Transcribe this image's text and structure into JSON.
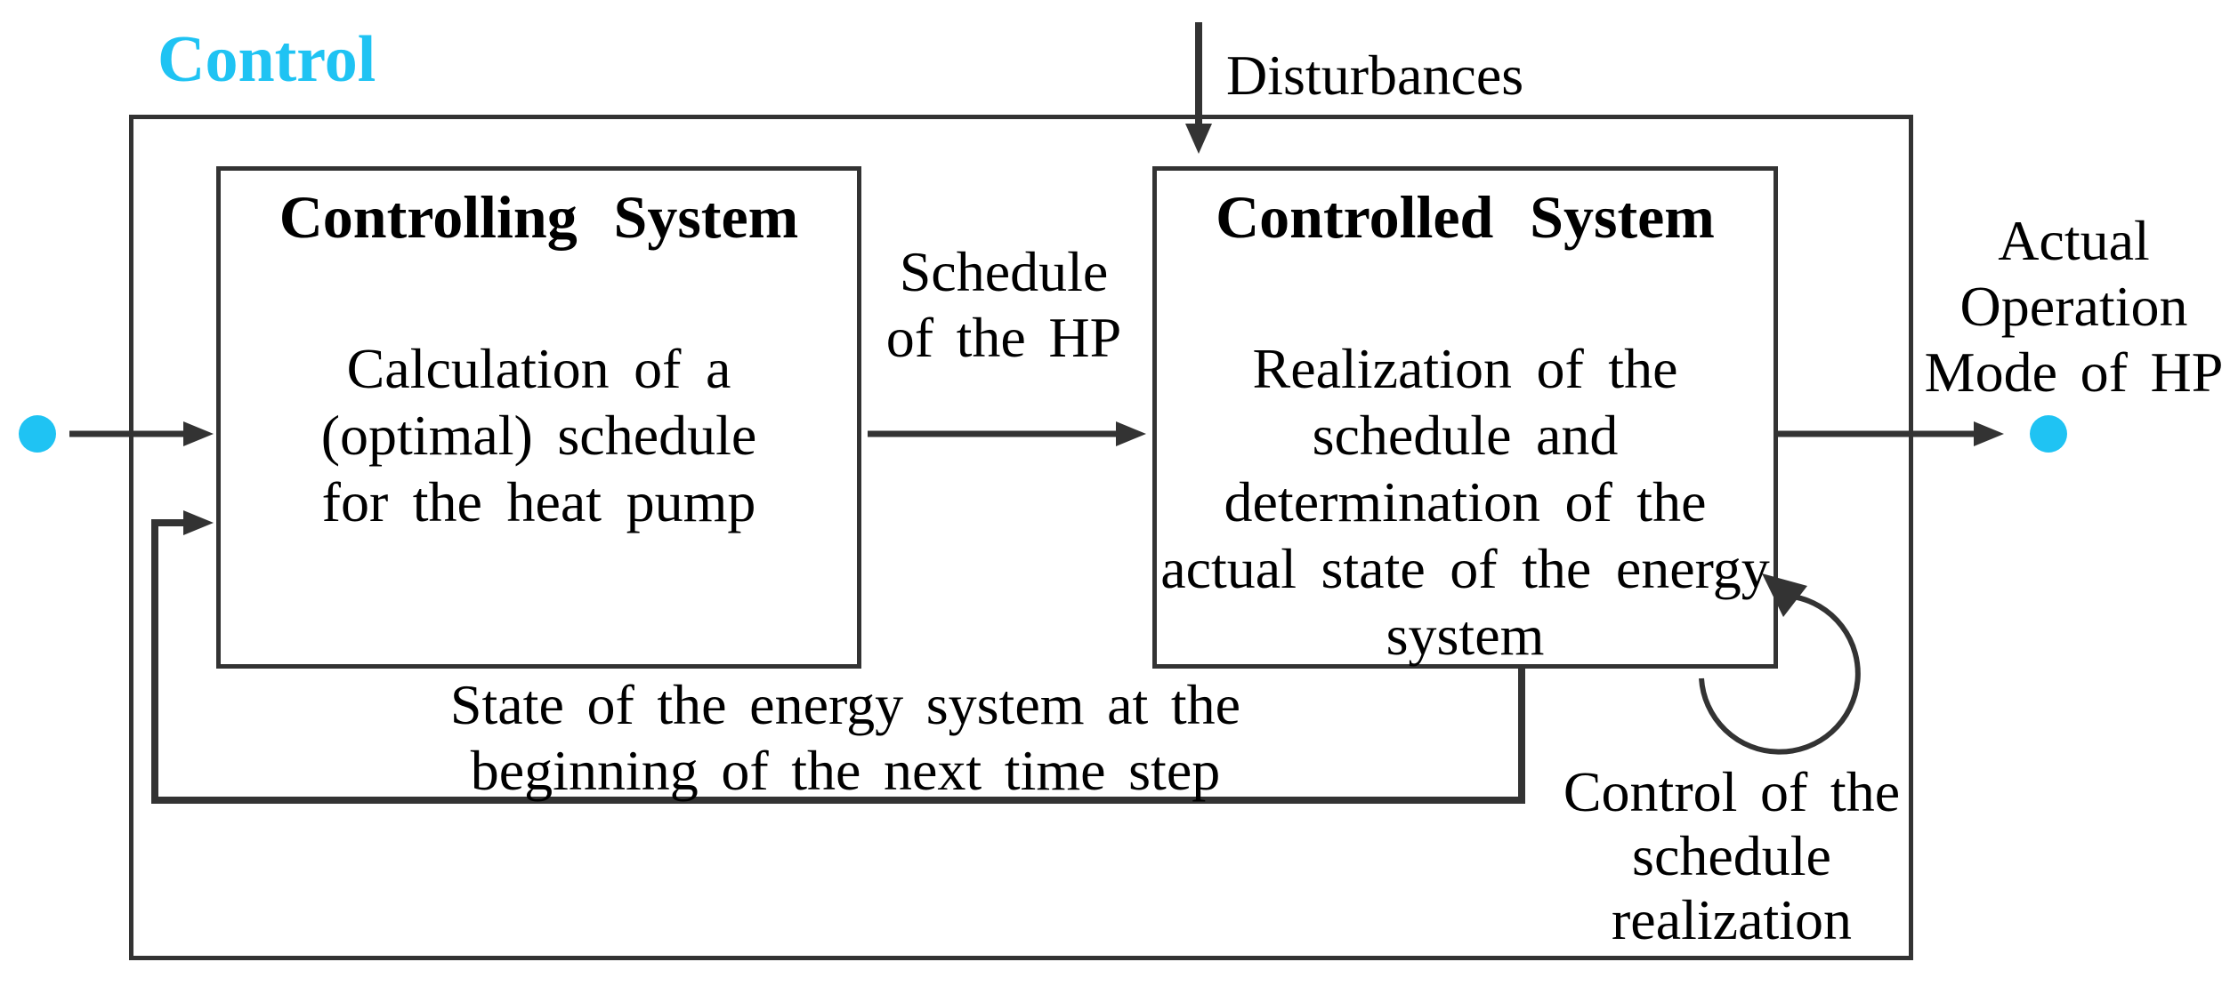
{
  "colors": {
    "accent": "#1fc3f3",
    "line": "#333333"
  },
  "diagram": {
    "control_label": "Control",
    "disturbances_label": "Disturbances",
    "controlling_system": {
      "title": "Controlling System",
      "body": "Calculation of a\n(optimal) schedule\nfor the heat pump"
    },
    "controlled_system": {
      "title": "Controlled System",
      "body": "Realization of the\nschedule and\ndetermination of the\nactual state of the energy\nsystem"
    },
    "schedule_label": "Schedule\nof the HP",
    "actual_operation_label": "Actual\nOperation\nMode of HP",
    "feedback_label": "State of the energy system at the\nbeginning of the next time step",
    "control_realization_label": "Control of the\nschedule\nrealization"
  }
}
